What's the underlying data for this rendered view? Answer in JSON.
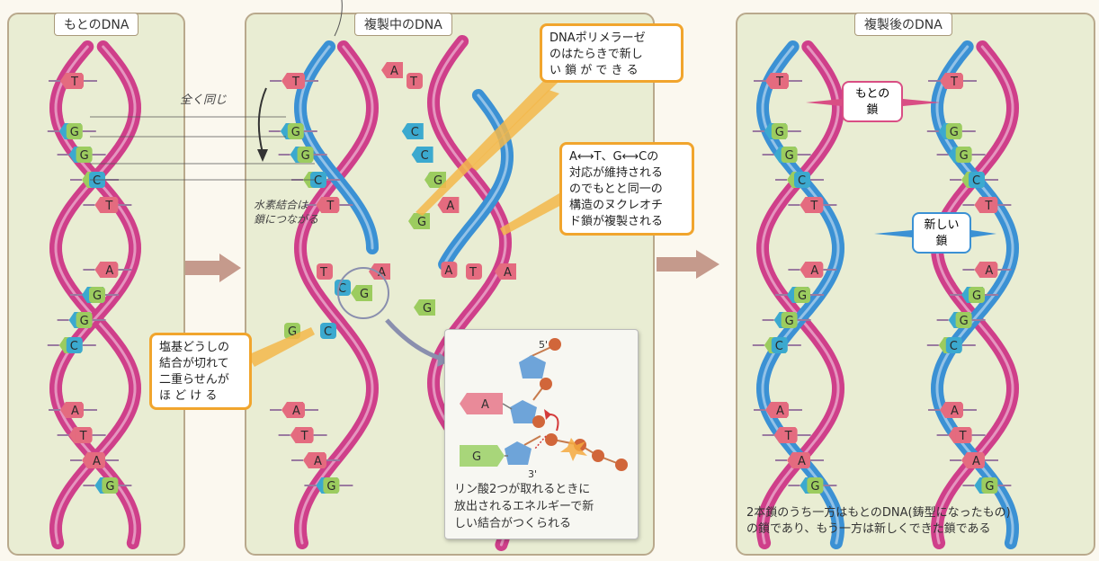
{
  "panels": {
    "original": {
      "title": "もとのDNA"
    },
    "replicating": {
      "title": "複製中のDNA"
    },
    "after": {
      "title": "複製後のDNA"
    }
  },
  "callouts": {
    "polymerase": [
      "DNAポリメラーゼ",
      "のはたらきで新し",
      "い 鎖 が で き る"
    ],
    "pairing": [
      "A⟷T、G⟷Cの",
      "対応が維持される",
      "のでもとと同一の",
      "構造のヌクレオチ",
      "ド鎖が複製される"
    ],
    "unwinding": [
      "塩基どうしの",
      "結合が切れて",
      "二重らせんが",
      "ほ ど け る"
    ]
  },
  "handwriting": {
    "same": "全く同じ",
    "hydrogen": [
      "水素結合は",
      "鎖につながる"
    ]
  },
  "zoom": {
    "base_a": "A",
    "base_g": "G",
    "end5": "5'",
    "end3": "3'",
    "caption": [
      "リン酸2つが取れるときに",
      "放出されるエネルギーで新",
      "しい結合がつくられる"
    ]
  },
  "after_labels": {
    "old_strand": [
      "もとの",
      "鎖"
    ],
    "new_strand": [
      "新しい",
      "鎖"
    ],
    "caption": [
      "2本鎖のうち一方はもとのDNA(鋳型になったもの)",
      "の鎖であり、もう一方は新しくできた鎖である"
    ]
  },
  "bases": {
    "A": "A",
    "T": "T",
    "G": "G",
    "C": "C"
  },
  "colors": {
    "A": "#e46b7f",
    "T": "#e46b7f",
    "G": "#9ccc5f",
    "C": "#3ba9cf",
    "old_strand": "#cf3f8a",
    "new_strand": "#3b91d4",
    "callout_border": "#f1a52d",
    "panel_bg": "#e9edd3",
    "step_arrow": "#c59a8c"
  }
}
